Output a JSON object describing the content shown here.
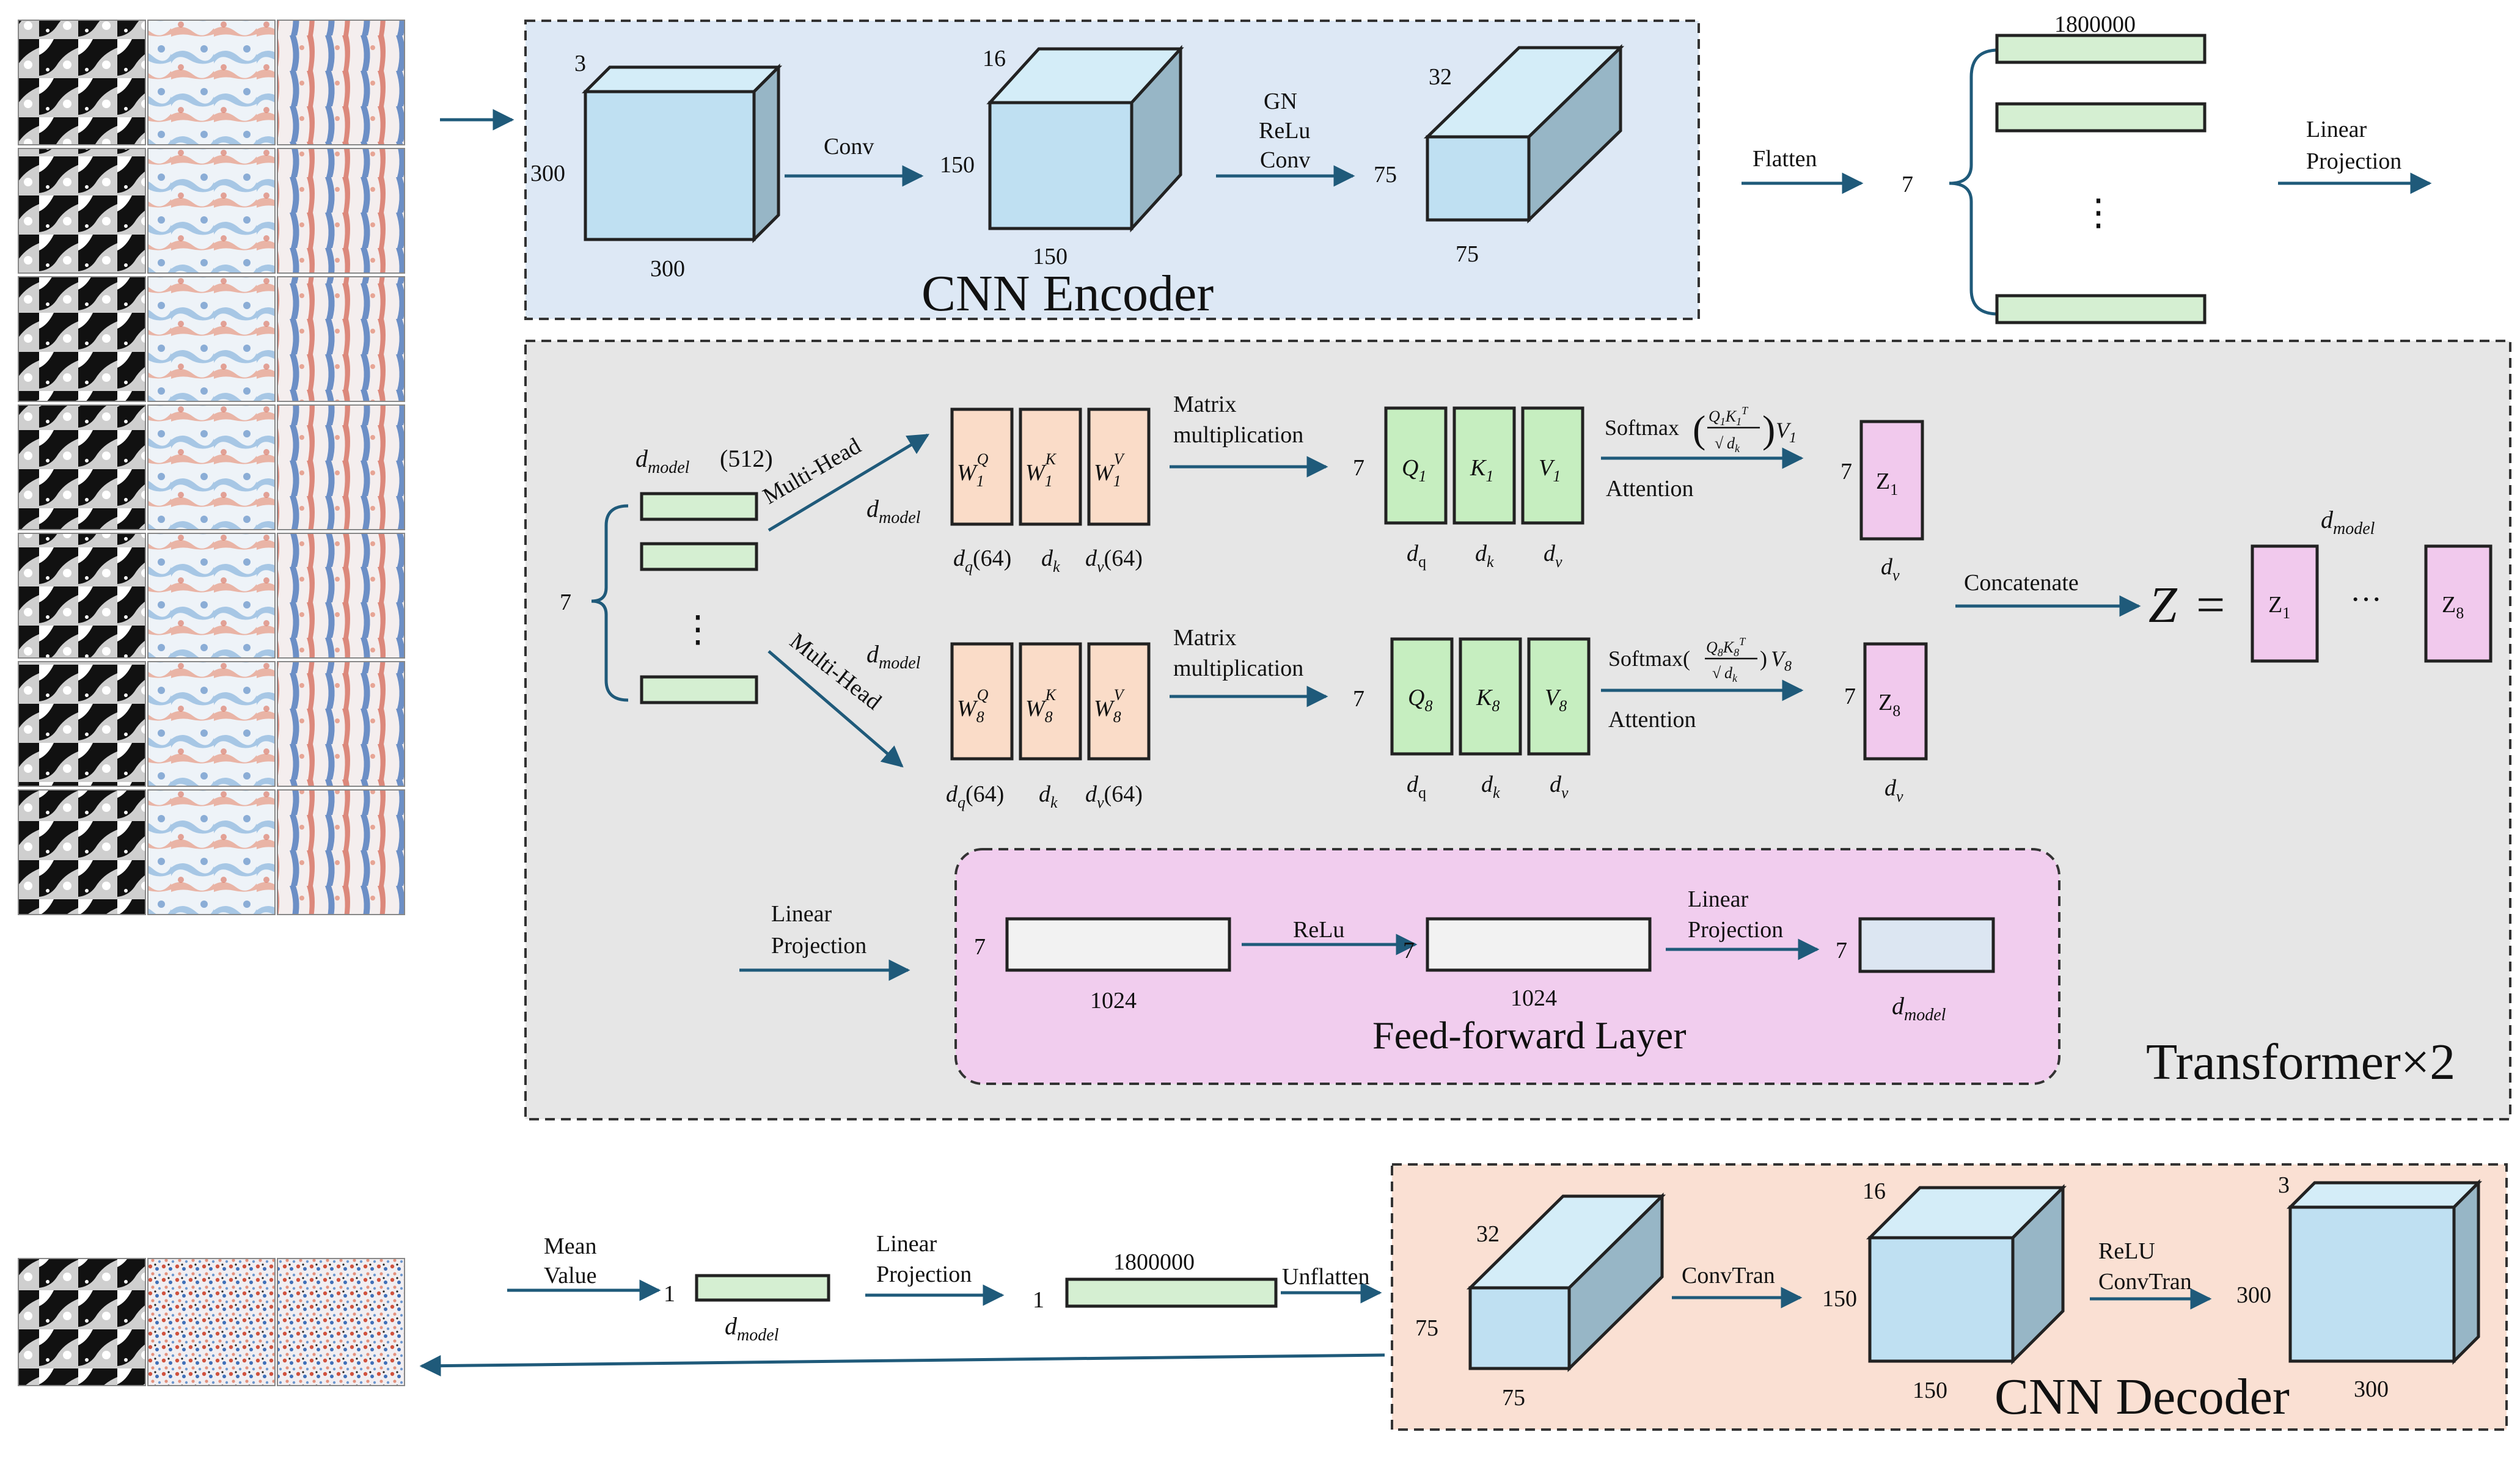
{
  "colors": {
    "arrow": "#1f5a7a",
    "encoder_bg": "#dde8f5",
    "transformer_bg": "#e6e6e6",
    "ffn_bg": "#f1cdee",
    "decoder_bg": "#fae0d3",
    "cube_front": "#bfe0f2",
    "cube_top": "#d4edf8",
    "cube_side": "#97b6c6",
    "token": "#d5efd2",
    "weight": "#fadcc8",
    "qkv": "#c6eec0",
    "z": "#f1c9ed",
    "ffn_box": "#f2f2f2",
    "ffn_out": "#dce6f2"
  },
  "encoder": {
    "title": "CNN Encoder",
    "cube1": {
      "channels": "3",
      "height": "300",
      "width": "300"
    },
    "op1": "Conv",
    "cube2": {
      "channels": "16",
      "height": "150",
      "width": "150"
    },
    "op2": [
      "GN",
      "ReLu",
      "Conv"
    ],
    "cube3": {
      "channels": "32",
      "height": "75",
      "width": "75"
    }
  },
  "flatten": {
    "label": "Flatten",
    "count": "7",
    "size": "1800000",
    "dots": "⋮",
    "projection": [
      "Linear",
      "Projection"
    ]
  },
  "transformer": {
    "title": "Transformer×2",
    "token_count": "7",
    "dmodel_label": "(512)",
    "dots": "⋮",
    "multi_head": "Multi-Head",
    "head1": {
      "matmul": [
        "Matrix",
        "multiplication"
      ],
      "row_count": "7",
      "softmax": "Softmax",
      "attention": "Attention",
      "z_sub": "1",
      "w_sub": "1",
      "q_sub": "1",
      "qk_sub": "1"
    },
    "head8": {
      "matmul": [
        "Matrix",
        "multiplication"
      ],
      "row_count": "7",
      "softmax": "Softmax(",
      "attention": "Attention",
      "z_sub": "8",
      "w_sub": "8",
      "q_sub": "8",
      "qk_sub": "8"
    },
    "dq64": "(64)",
    "dv64": "(64)",
    "concatenate": "Concatenate",
    "Z": "Z",
    "equals": "=",
    "concat_dots": "···"
  },
  "ffn": {
    "title": "Feed-forward Layer",
    "in_label": [
      "Linear",
      "Projection"
    ],
    "count": "7",
    "hidden": "1024",
    "relu": "ReLu",
    "proj": [
      "Linear",
      "Projection"
    ]
  },
  "decoder": {
    "title": "CNN Decoder",
    "cube1": {
      "channels": "32",
      "height": "75",
      "width": "75"
    },
    "op1": "ConvTran",
    "cube2": {
      "channels": "16",
      "height": "150",
      "width": "150"
    },
    "op2": [
      "ReLU",
      "ConvTran"
    ],
    "cube3": {
      "channels": "3",
      "height": "300",
      "width": "300"
    }
  },
  "bottom": {
    "mean": [
      "Mean",
      "Value"
    ],
    "one": "1",
    "proj": [
      "Linear",
      "Projection"
    ],
    "size": "1800000",
    "unflatten": "Unflatten"
  }
}
